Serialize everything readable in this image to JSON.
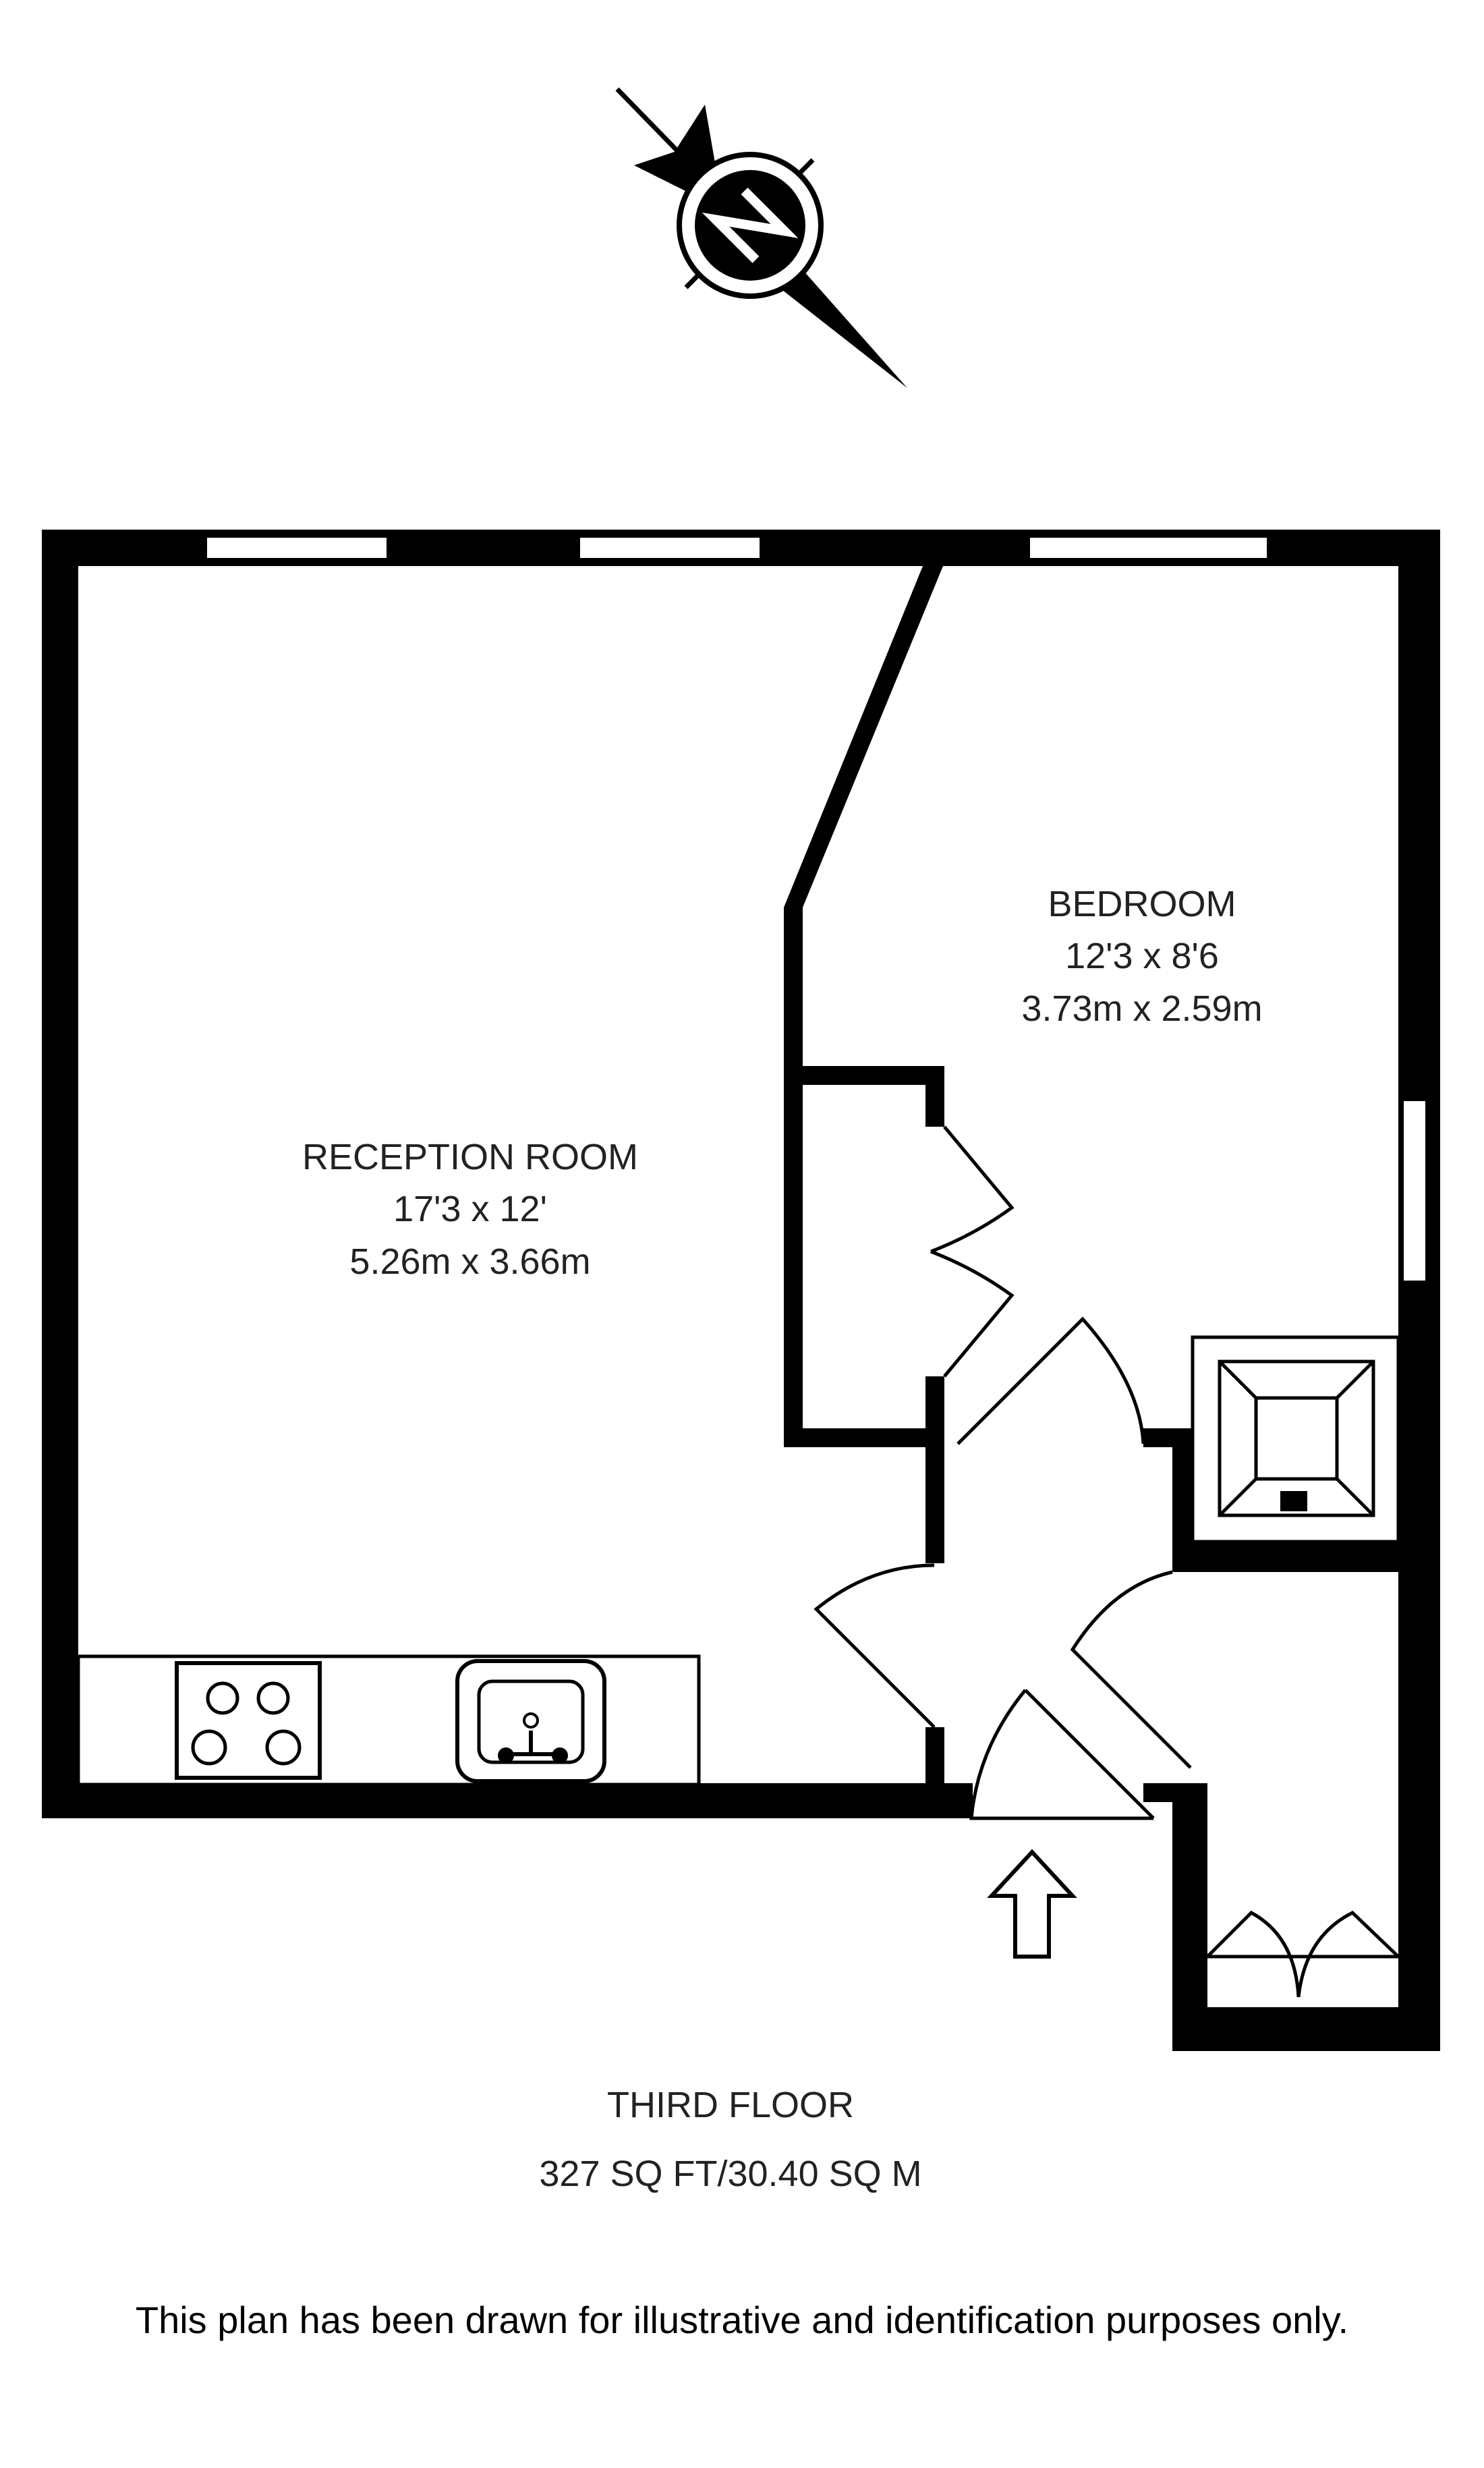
{
  "compass": {
    "letter": "N",
    "icon": "north-compass-icon"
  },
  "rooms": {
    "reception": {
      "name": "RECEPTION ROOM",
      "imperial": "17'3 x 12'",
      "metric": "5.26m x 3.66m"
    },
    "bedroom": {
      "name": "BEDROOM",
      "imperial": "12'3 x 8'6",
      "metric": "3.73m x 2.59m"
    }
  },
  "floor": {
    "name": "THIRD FLOOR",
    "area": "327 SQ FT/30.40 SQ M"
  },
  "disclaimer": "This plan has been drawn for illustrative and identification purposes only.",
  "colors": {
    "wall": "#000000",
    "line": "#000000",
    "text": "#222222",
    "background": "#ffffff"
  }
}
